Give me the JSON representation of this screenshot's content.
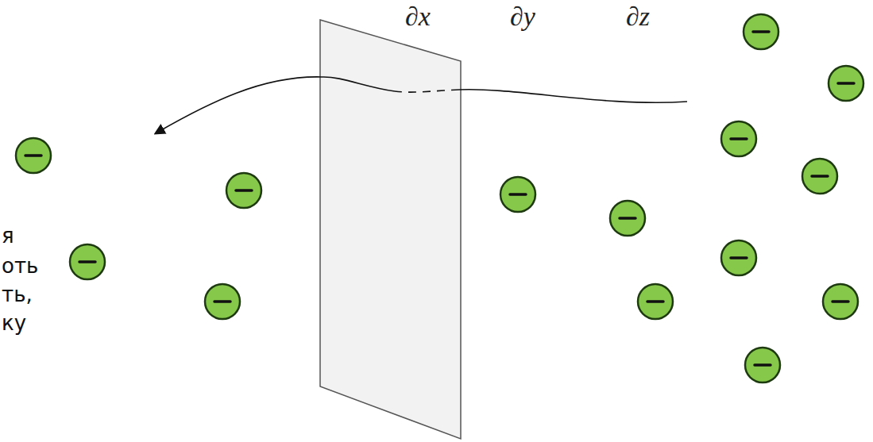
{
  "diagram": {
    "labels": [
      "∂x",
      "∂y",
      "∂z",
      "я",
      "оть",
      "ть,",
      "ку"
    ]
  }
}
